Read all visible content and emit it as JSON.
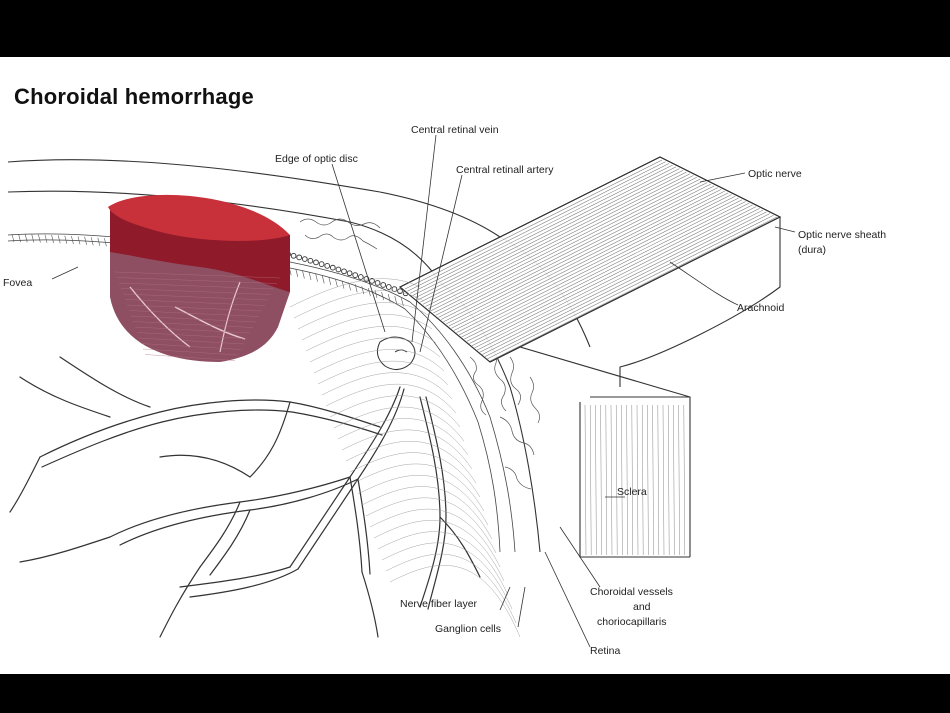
{
  "title": "Choroidal hemorrhage",
  "labels": {
    "central_retinal_vein": "Central retinal vein",
    "edge_of_optic_disc": "Edge of optic disc",
    "central_retinal_artery": "Central retinall artery",
    "optic_nerve": "Optic nerve",
    "optic_nerve_sheath_line1": "Optic nerve sheath",
    "optic_nerve_sheath_line2": "(dura)",
    "fovea": "Fovea",
    "arachnoid": "Arachnoid",
    "sclera": "Sclera",
    "choroidal_vessels_line1": "Choroidal vessels",
    "choroidal_vessels_line2": "and",
    "choroidal_vessels_line3": "choriocapillaris",
    "nerve_fiber_layer": "Nerve fiber layer",
    "ganglion_cells": "Ganglion cells",
    "retina": "Retina"
  },
  "colors": {
    "hemorrhage_top": "#c8303a",
    "hemorrhage_side": "#8e1a2a",
    "hemorrhage_deep": "#7a3048",
    "line": "#333333",
    "background": "#ffffff",
    "letterbox": "#000000"
  }
}
